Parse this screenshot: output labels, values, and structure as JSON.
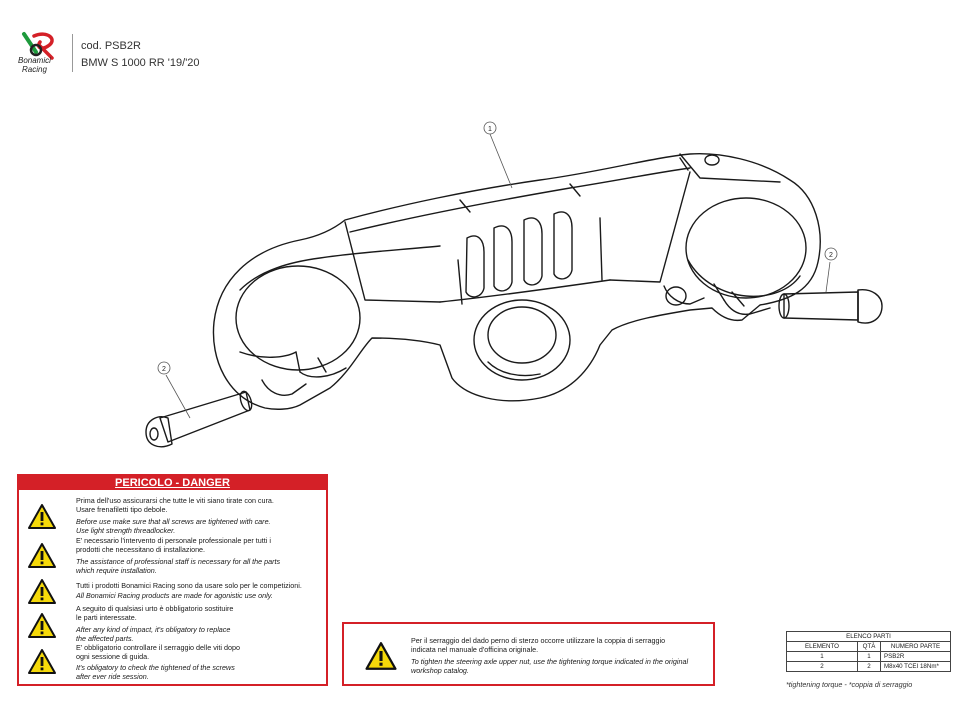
{
  "brand": {
    "logo_line1": "Bonamici",
    "logo_line2": "Racing",
    "colors": {
      "red": "#d42027",
      "green": "#1e9a3c"
    }
  },
  "header": {
    "code": "cod. PSB2R",
    "model": "BMW S 1000 RR '19/'20"
  },
  "callouts": {
    "part1": "1",
    "part2_right": "2",
    "part2_left": "2"
  },
  "danger": {
    "title": "PERICOLO - DANGER",
    "icon": "warning-triangle-icon",
    "lines": [
      "Prima dell'uso assicurarsi che tutte le viti siano tirate con cura.",
      "Usare frenafiletti tipo debole.",
      "Before use make sure that all screws are tightened with care.",
      "Use light strength threadlocker.",
      "E' necessario l'intervento di personale professionale per tutti i",
      "prodotti che necessitano di installazione.",
      "The assistance of professional staff is necessary for all the parts",
      "which require installation.",
      "Tutti i prodotti Bonamici Racing sono da usare solo per le competizioni.",
      "All Bonamici Racing products are made for agonistic use only.",
      "A seguito di qualsiasi urto è obbligatorio sostituire",
      "le parti interessate.",
      "After any kind of impact, it's obligatory to replace",
      "the affected parts.",
      "E' obbligatorio controllare il serraggio delle viti dopo",
      "ogni sessione di guida.",
      "It's obligatory to check the tightened of the screws",
      "after ever ride session."
    ]
  },
  "notice": {
    "icon": "warning-triangle-icon",
    "lines": [
      "Per il serraggio del dado perno di sterzo occorre utilizzare la coppia di serraggio",
      "indicata nel manuale d'officina originale.",
      "To tighten the steering axle upper nut, use the tightening torque indicated in the original",
      "workshop catalog."
    ]
  },
  "parts_list": {
    "title": "ELENCO PARTI",
    "headers": [
      "ELEMENTO",
      "QTÀ",
      "NUMERO PARTE"
    ],
    "rows": [
      [
        "1",
        "1",
        "PSB2R"
      ],
      [
        "2",
        "2",
        "M8x40 TCEI 18Nm*"
      ]
    ],
    "footnote": "*tightening torque - *coppia di serraggio"
  }
}
